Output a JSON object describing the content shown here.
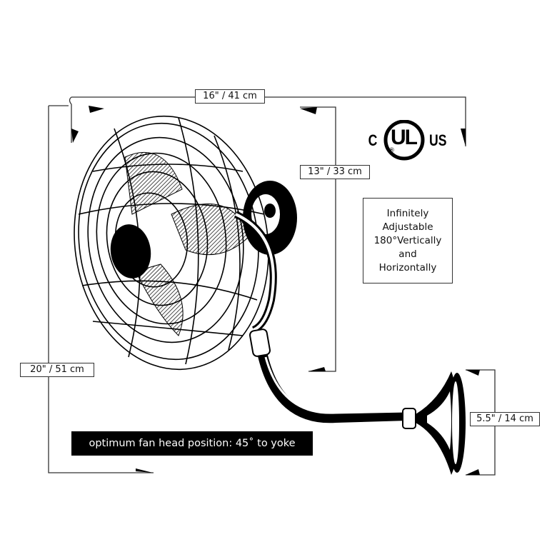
{
  "diagram": {
    "subject": "wall-mounted oscillating fan dimension drawing",
    "dimensions": {
      "width": "16\" / 41 cm",
      "head_height": "13\" / 33 cm",
      "total_height": "20\" / 51 cm",
      "base_plate": "5.5\" / 14 cm"
    },
    "info_box": {
      "lines": [
        "Infinitely",
        "Adjustable",
        "180°Vertically",
        "and",
        "Horizontally"
      ]
    },
    "banner": "optimum fan head position: 45˚ to yoke",
    "certification": {
      "left": "C",
      "mark": "UL",
      "right": "US",
      "registered": "®"
    }
  }
}
